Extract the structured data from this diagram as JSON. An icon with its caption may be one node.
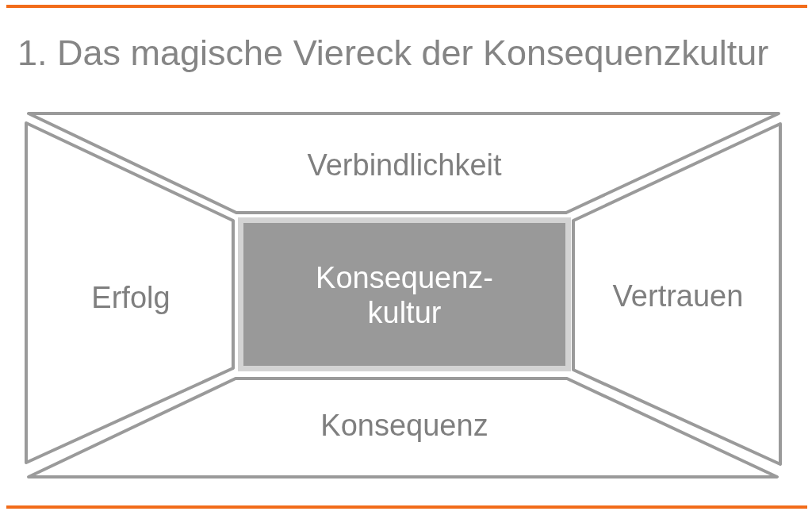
{
  "diagram": {
    "title": "1. Das magische Viereck der Konsequenzkultur",
    "nodes": [
      {
        "text": [
          "Verbindlichkeit"
        ]
      },
      {
        "text": [
          "Erfolg"
        ]
      },
      {
        "text": [
          "Konsequenz- kultur"
        ]
      },
      {
        "text": [
          "Vertrauen"
        ]
      },
      {
        "text": [
          "Konsequenz"
        ]
      }
    ]
  }
}
